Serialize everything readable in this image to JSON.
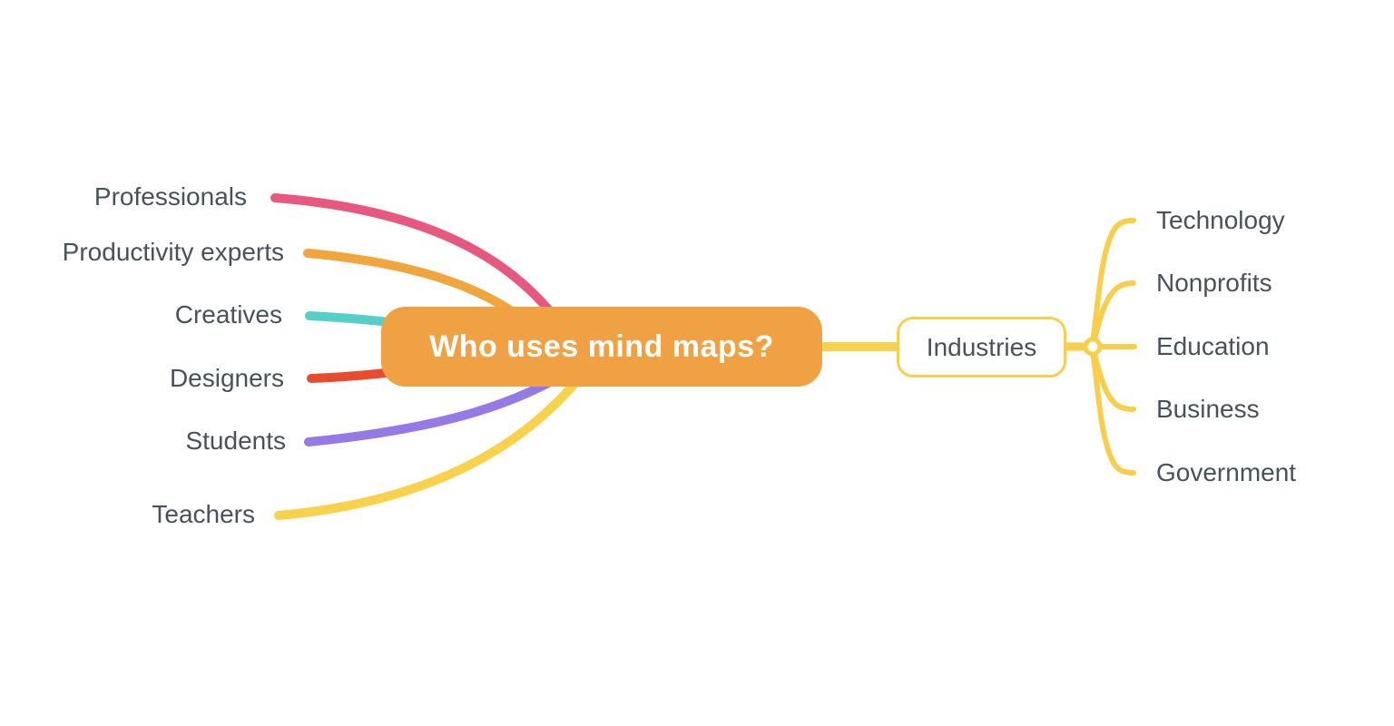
{
  "palette": {
    "text": "#49525C",
    "canvas_bg": "#FFFFFF"
  },
  "center": {
    "label": "Who uses mind maps?",
    "fill": "#EFA143",
    "text_color": "#FFFFFF",
    "connector_color": "#F7D24E"
  },
  "branches_left": [
    {
      "label": "Professionals",
      "color": "#E8587E"
    },
    {
      "label": "Productivity experts",
      "color": "#F0A53D"
    },
    {
      "label": "Creatives",
      "color": "#57CFC9"
    },
    {
      "label": "Designers",
      "color": "#E84C2F"
    },
    {
      "label": "Students",
      "color": "#9579E5"
    },
    {
      "label": "Teachers",
      "color": "#F8D24C"
    }
  ],
  "branch_right": {
    "label": "Industries",
    "color": "#F8CE4B",
    "children": [
      {
        "label": "Technology"
      },
      {
        "label": "Nonprofits"
      },
      {
        "label": "Education"
      },
      {
        "label": "Business"
      },
      {
        "label": "Government"
      }
    ]
  }
}
